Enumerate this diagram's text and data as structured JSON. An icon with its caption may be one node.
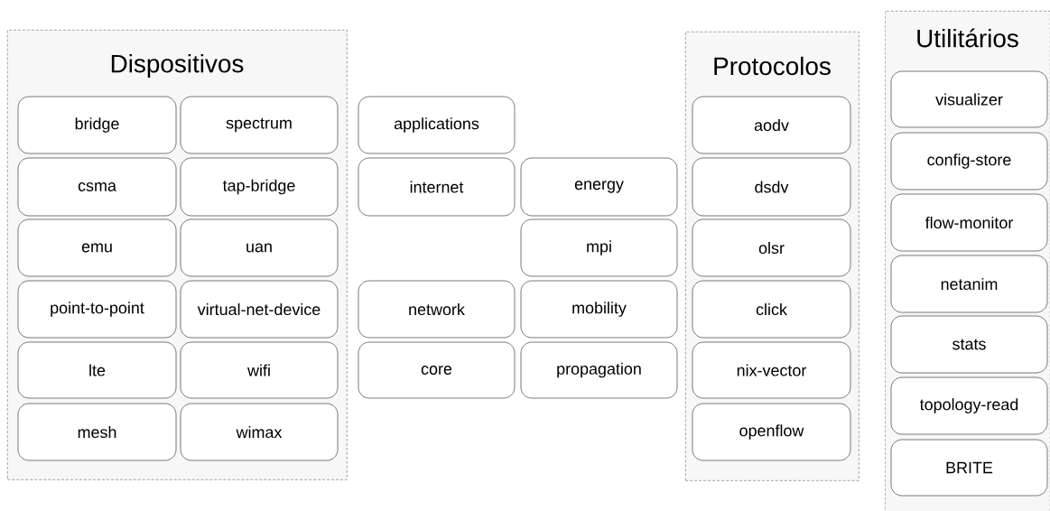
{
  "diagram": {
    "nodes": [
      {
        "text": [
          "Dispositivos"
        ]
      },
      {
        "text": [
          "bridge"
        ],
        "in": 0
      },
      {
        "text": [
          "spectrum"
        ],
        "in": 0
      },
      {
        "text": [
          "csma"
        ],
        "in": 0
      },
      {
        "text": [
          "tap-bridge"
        ],
        "in": 0
      },
      {
        "text": [
          "emu"
        ],
        "in": 0
      },
      {
        "text": [
          "uan"
        ],
        "in": 0
      },
      {
        "text": [
          "point-to-point"
        ],
        "in": 0
      },
      {
        "text": [
          "virtual-net-device"
        ],
        "in": 0
      },
      {
        "text": [
          "lte"
        ],
        "in": 0
      },
      {
        "text": [
          "wifi"
        ],
        "in": 0
      },
      {
        "text": [
          "mesh"
        ],
        "in": 0
      },
      {
        "text": [
          "wimax"
        ],
        "in": 0
      },
      {
        "text": [
          "applications"
        ]
      },
      {
        "text": [
          "internet"
        ]
      },
      {
        "text": [
          "energy"
        ]
      },
      {
        "text": [
          "mpi"
        ]
      },
      {
        "text": [
          "network"
        ]
      },
      {
        "text": [
          "mobility"
        ]
      },
      {
        "text": [
          "core"
        ]
      },
      {
        "text": [
          "propagation"
        ]
      },
      {
        "text": [
          "Protocolos"
        ]
      },
      {
        "text": [
          "aodv"
        ],
        "in": 21
      },
      {
        "text": [
          "dsdv"
        ],
        "in": 21
      },
      {
        "text": [
          "olsr"
        ],
        "in": 21
      },
      {
        "text": [
          "click"
        ],
        "in": 21
      },
      {
        "text": [
          "nix-vector"
        ],
        "in": 21
      },
      {
        "text": [
          "openflow"
        ],
        "in": 21
      },
      {
        "text": [
          "Utilitários"
        ]
      },
      {
        "text": [
          "visualizer"
        ],
        "in": 28
      },
      {
        "text": [
          "config-store"
        ],
        "in": 28
      },
      {
        "text": [
          "flow-monitor"
        ],
        "in": 28
      },
      {
        "text": [
          "netanim"
        ],
        "in": 28
      },
      {
        "text": [
          "stats"
        ],
        "in": 28
      },
      {
        "text": [
          "topology-read"
        ],
        "in": 28
      },
      {
        "text": [
          "BRITE"
        ],
        "in": 28
      }
    ]
  }
}
